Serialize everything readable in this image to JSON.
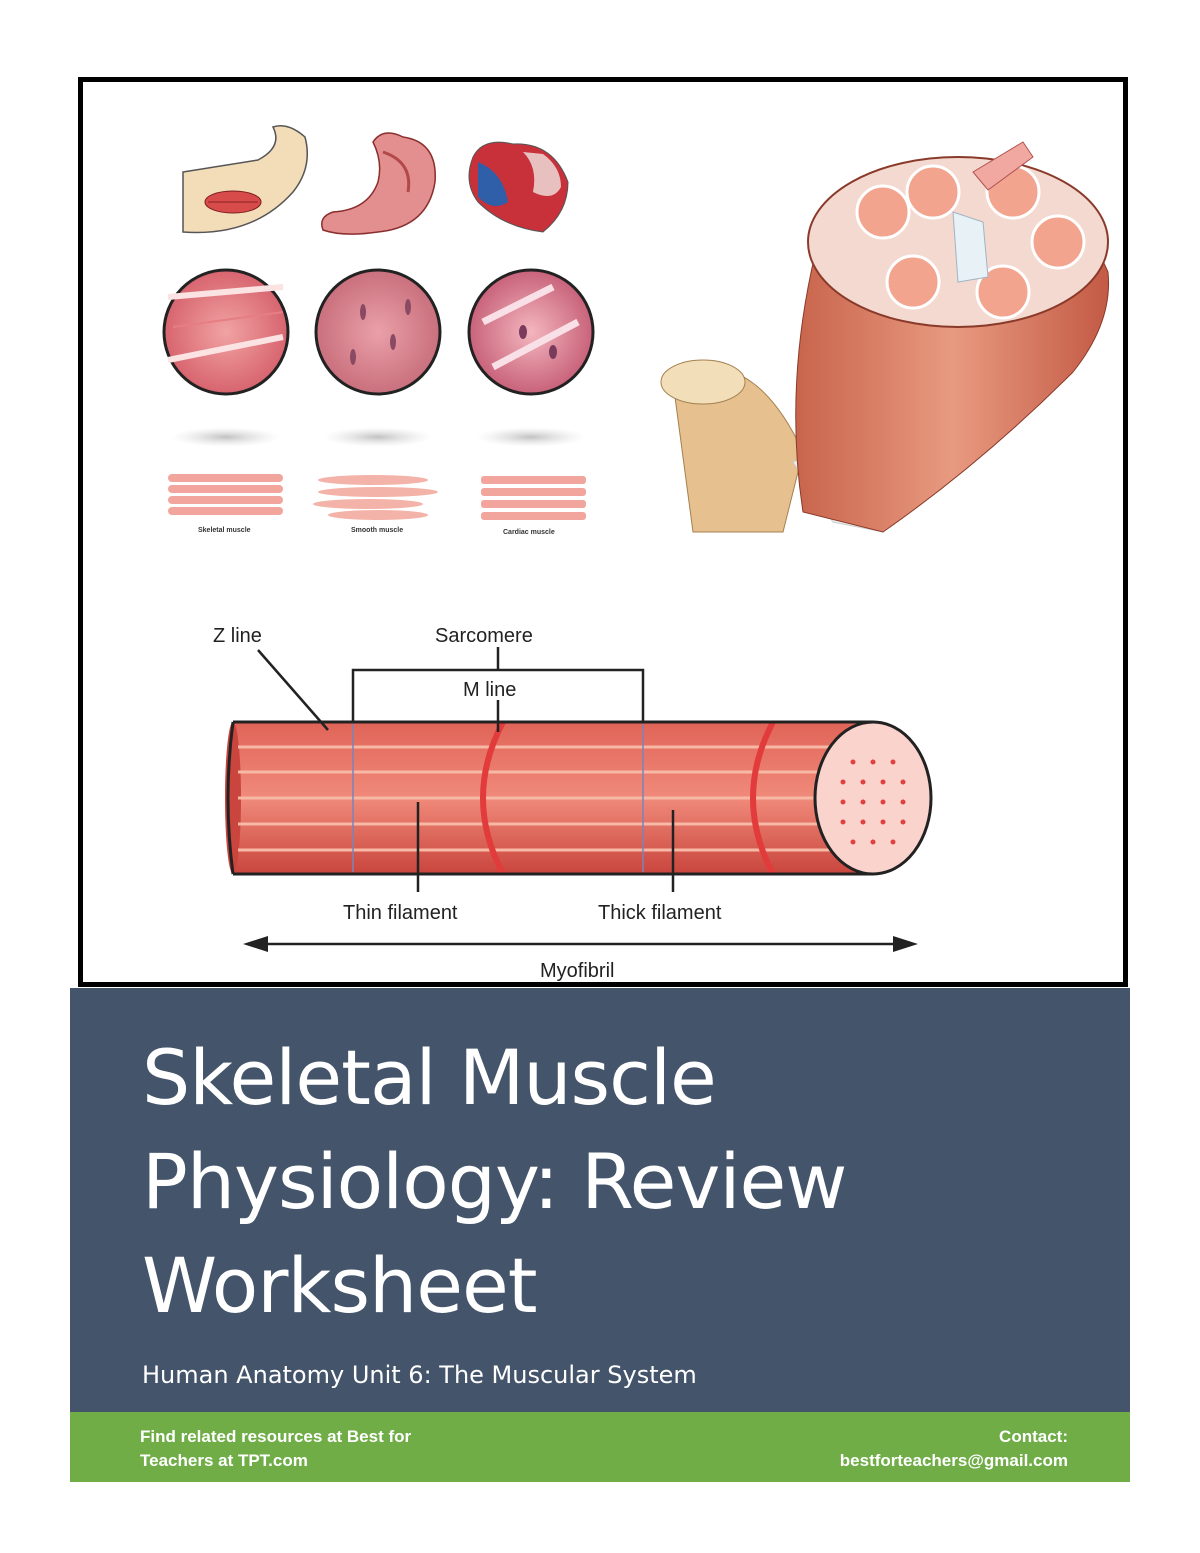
{
  "cover": {
    "title": "Skeletal Muscle Physiology: Review Worksheet",
    "subtitle": "Human Anatomy Unit 6: The Muscular System"
  },
  "illustration": {
    "muscle_types": [
      "Skeletal muscle",
      "Smooth muscle",
      "Cardiac muscle"
    ],
    "myofibril_labels": {
      "z_line": "Z line",
      "sarcomere": "Sarcomere",
      "m_line": "M line",
      "thin_filament": "Thin filament",
      "thick_filament": "Thick filament",
      "myofibril": "Myofibril"
    }
  },
  "footer": {
    "left_text": "Find related resources at Best for Teachers at TPT.com",
    "contact_label": "Contact:",
    "contact_email": "bestforteachers@gmail.com"
  },
  "colors": {
    "title_band": "#44546a",
    "footer_band": "#70ad47",
    "muscle_red": "#d9534f"
  }
}
